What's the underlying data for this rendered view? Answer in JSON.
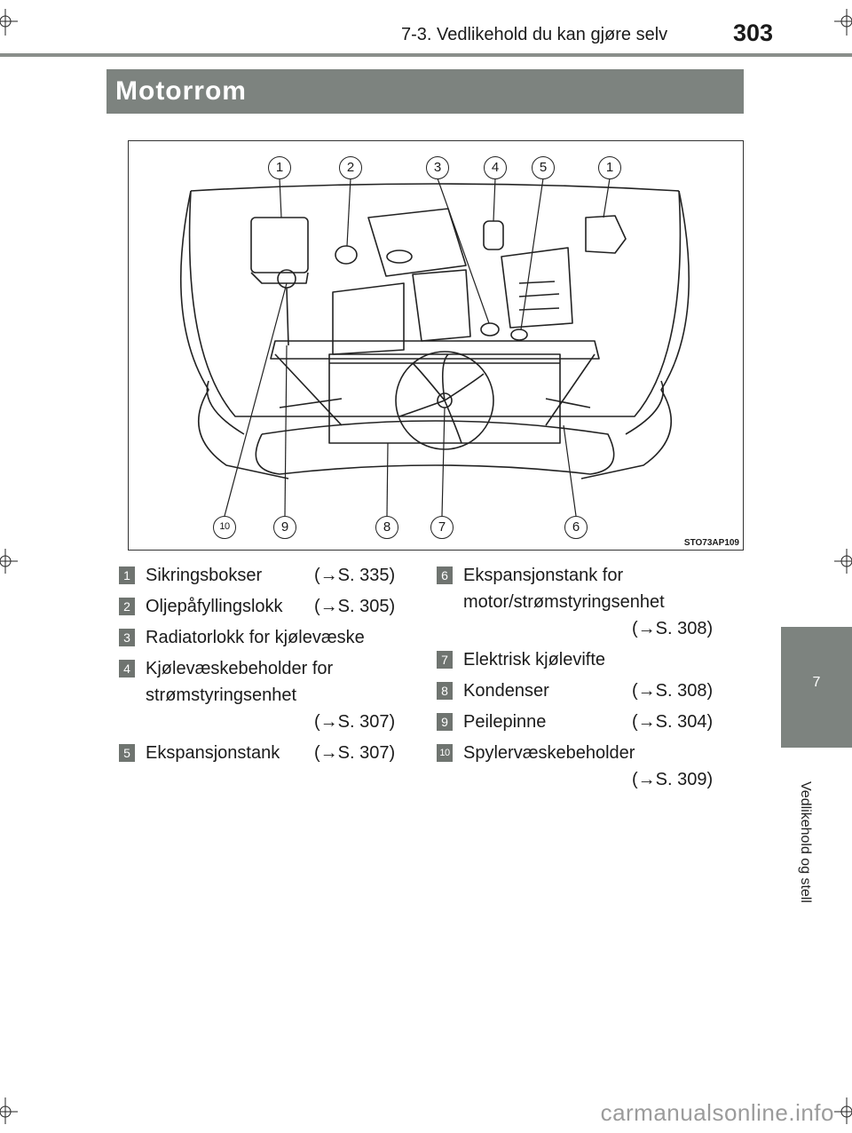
{
  "header": {
    "section": "7-3. Vedlikehold du kan gjøre selv",
    "page_number": "303"
  },
  "title": "Motorrom",
  "side_tab": {
    "number": "7",
    "label": "Vedlikehold og stell"
  },
  "figure": {
    "code": "STO73AP109",
    "callouts_top": [
      "1",
      "2",
      "3",
      "4",
      "5",
      "1"
    ],
    "callouts_bottom": [
      "10",
      "9",
      "8",
      "7",
      "6"
    ]
  },
  "legend": [
    {
      "number": "1",
      "lines": [
        "Sikringsbokser"
      ],
      "ref": "(→S. 335)"
    },
    {
      "number": "2",
      "lines": [
        "Oljepåfyllingslokk"
      ],
      "ref": "(→S. 305)"
    },
    {
      "number": "3",
      "lines": [
        "Radiatorlokk for kjølevæske"
      ],
      "ref": ""
    },
    {
      "number": "4",
      "lines": [
        "Kjølevæskebeholder for",
        "strømstyringsenhet"
      ],
      "ref": "(→S. 307)"
    },
    {
      "number": "5",
      "lines": [
        "Ekspansjonstank"
      ],
      "ref": "(→S. 307)"
    },
    {
      "number": "6",
      "lines": [
        "Ekspansjonstank for",
        "motor/strømstyringsenhet"
      ],
      "ref": "(→S. 308)"
    },
    {
      "number": "7",
      "lines": [
        "Elektrisk kjølevifte"
      ],
      "ref": ""
    },
    {
      "number": "8",
      "lines": [
        "Kondenser"
      ],
      "ref": "(→S. 308)"
    },
    {
      "number": "9",
      "lines": [
        "Peilepinne"
      ],
      "ref": "(→S. 304)"
    },
    {
      "number": "10",
      "lines": [
        "Spylervæskebeholder"
      ],
      "ref": "(→S. 309)"
    }
  ],
  "watermark": "carmanualsonline.info"
}
